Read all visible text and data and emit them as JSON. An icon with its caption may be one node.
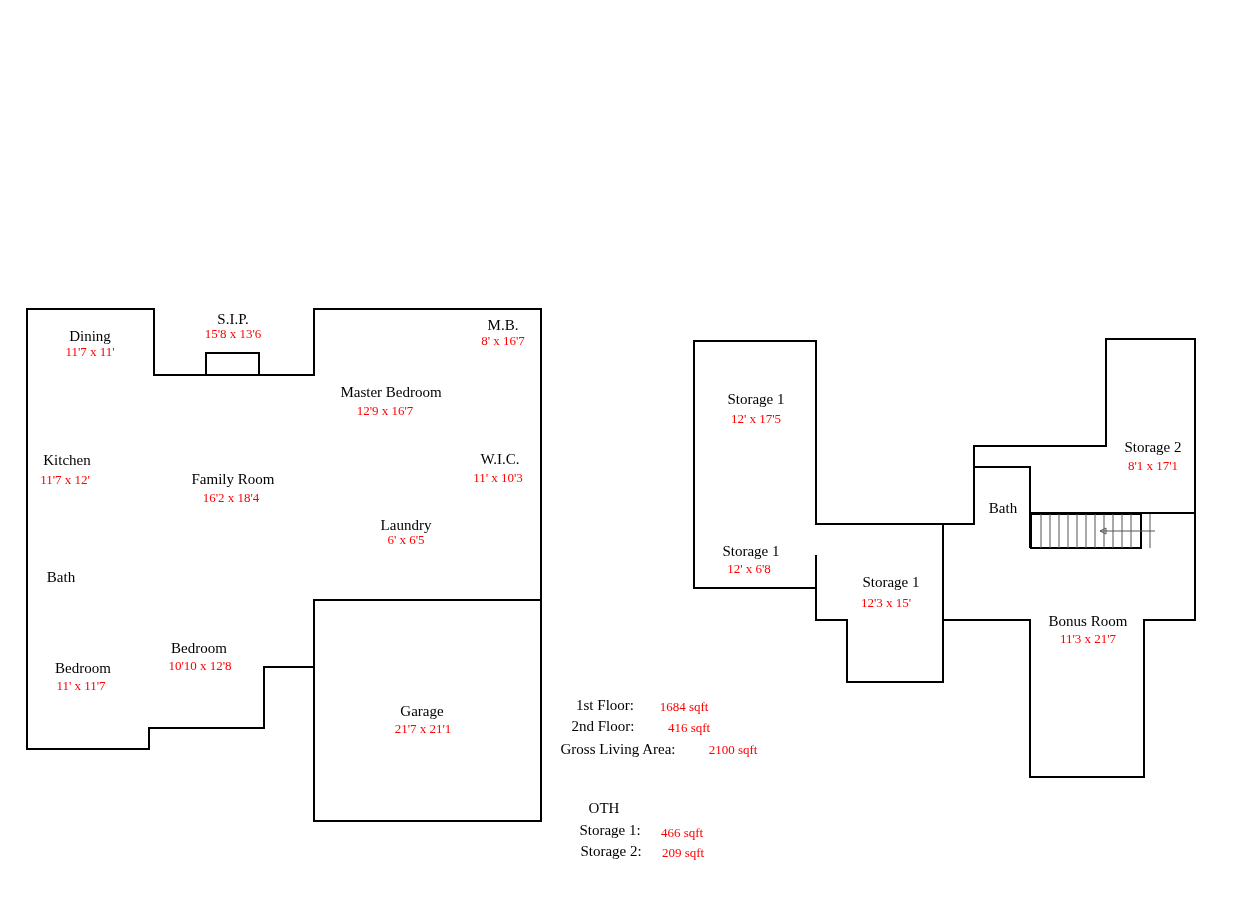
{
  "diagram": {
    "labels": [
      "S.I.P.",
      "15'8 x 13'6",
      "Dining",
      "11'7 x 11'",
      "M.B.",
      "8' x 16'7",
      "Master Bedroom",
      "12'9 x 16'7",
      "Storage 1",
      "12' x 17'5",
      "Storage 2",
      "8'1 x 17'1",
      "Kitchen",
      "11'7 x 12'",
      "W.I.C.",
      "11' x 10'3",
      "Family Room",
      "16'2 x 18'4",
      "Bath",
      "Laundry",
      "6' x 6'5",
      "Storage 1",
      "12' x 6'8",
      "Bath",
      "Storage 1",
      "12'3 x 15'",
      "Bonus Room",
      "11'3 x 21'7",
      "Bedroom",
      "11' x 11'7",
      "Bedroom",
      "10'10 x 12'8",
      "Garage",
      "21'7 x 21'1",
      "1st Floor:",
      "1684 sqft",
      "2nd Floor:",
      "416 sqft",
      "Gross Living Area:",
      "2100 sqft",
      "OTH",
      "Storage 1:",
      "466 sqft",
      "Storage 2:",
      "209 sqft"
    ]
  }
}
